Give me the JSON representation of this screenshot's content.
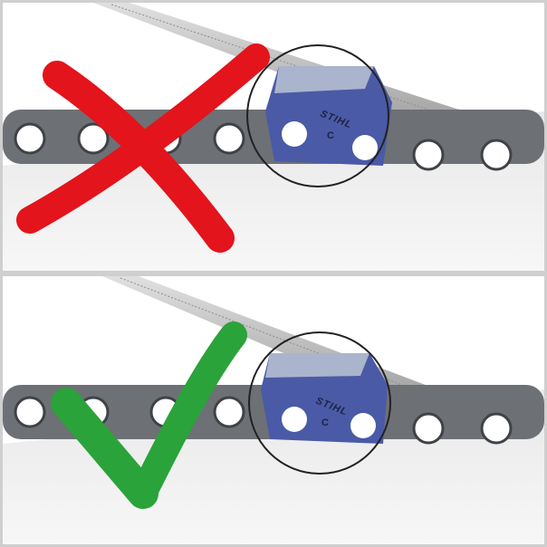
{
  "image": {
    "panels": [
      {
        "id": "incorrect",
        "verdict_icon": "red-cross-icon",
        "brand_text": "STIHL",
        "cutter_mark": "C"
      },
      {
        "id": "correct",
        "verdict_icon": "green-check-icon",
        "brand_text": "STIHL",
        "cutter_mark": "C"
      }
    ],
    "colors": {
      "chain_link": "#6d7075",
      "cutter_blue": "#4a5aa6",
      "file_gray": "#c9c9c9",
      "cross_red": "#e3141b",
      "check_green": "#2aa33a",
      "frame": "#cfcfcf"
    }
  }
}
